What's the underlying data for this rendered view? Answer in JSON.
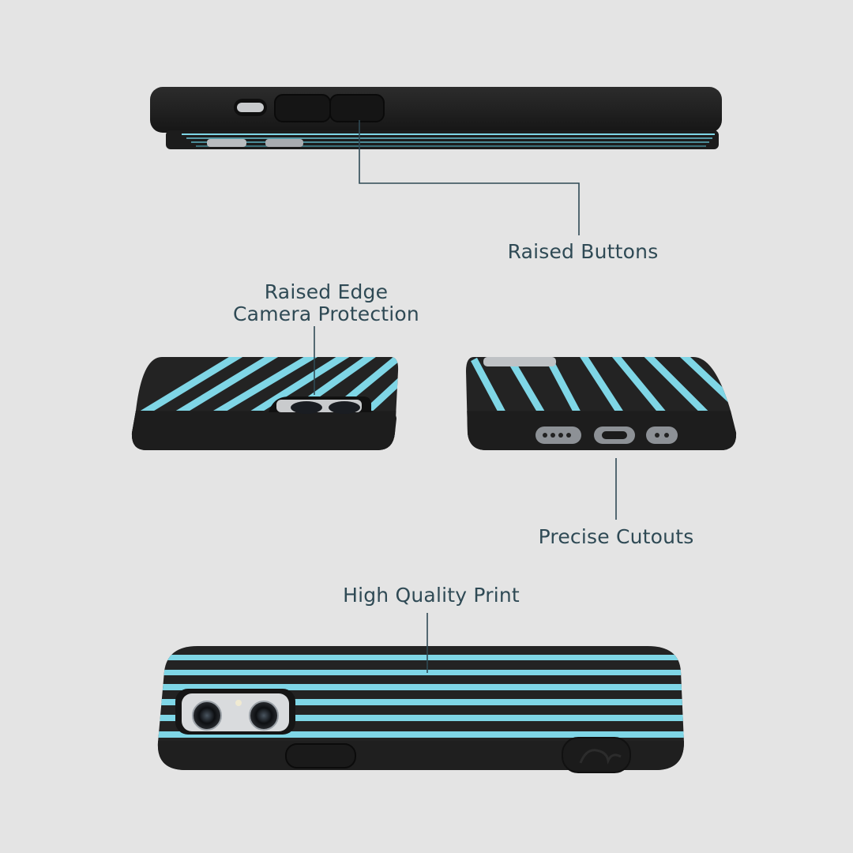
{
  "colors": {
    "background": "#e4e4e4",
    "case_body": "#232323",
    "case_edge": "#1a1a1a",
    "stripe": "#7fd6e6",
    "callout_text": "#2f4a55",
    "callout_line": "#2f4a55"
  },
  "callouts": {
    "raised_buttons": "Raised Buttons",
    "camera_line1": "Raised Edge",
    "camera_line2": "Camera Protection",
    "precise_cutouts": "Precise Cutouts",
    "high_quality_print": "High Quality Print"
  },
  "pattern": {
    "type": "stripes",
    "stripe_count_back": 6
  },
  "icons": {
    "logo": "pela-logo-emboss"
  }
}
